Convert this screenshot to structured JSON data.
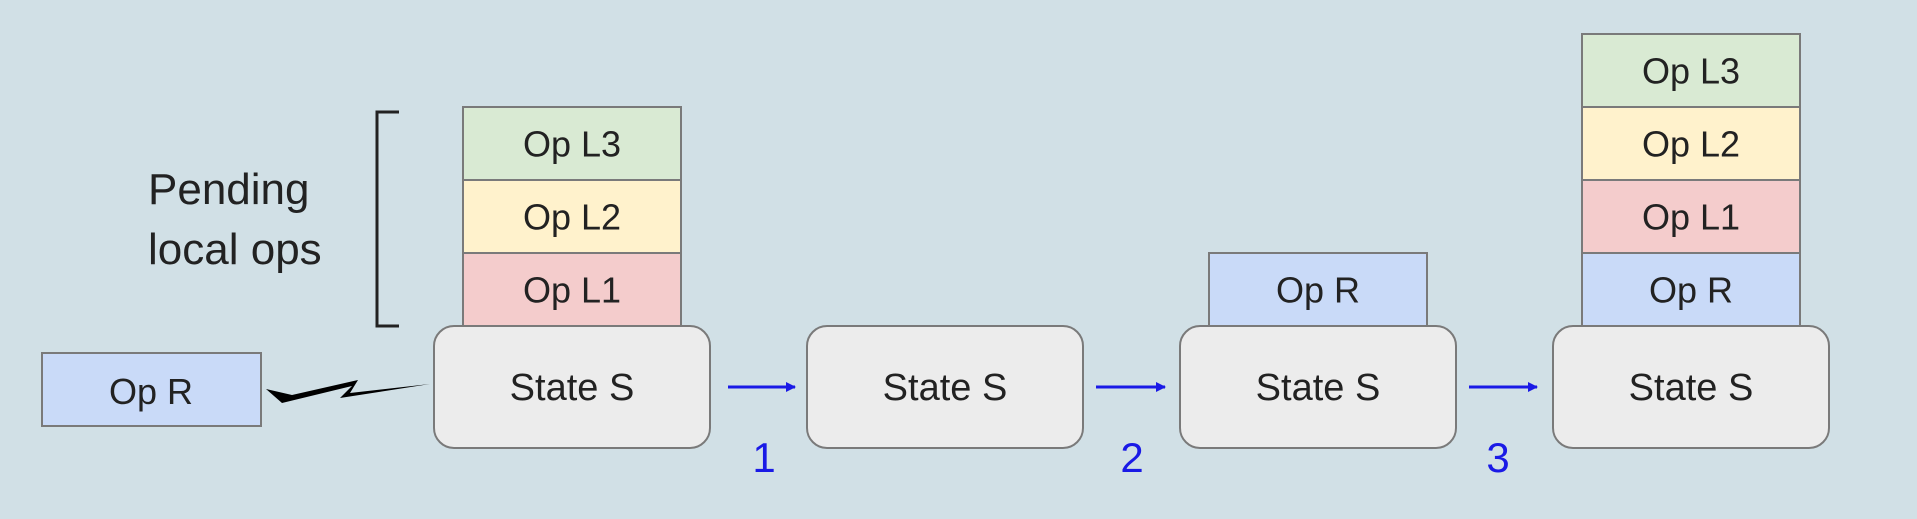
{
  "pending_label": {
    "line1": "Pending",
    "line2": "local ops"
  },
  "remote_op": {
    "label": "Op R"
  },
  "stages": [
    {
      "state_label": "State S",
      "ops": [
        "Op L1",
        "Op L2",
        "Op L3"
      ]
    },
    {
      "state_label": "State S",
      "ops": []
    },
    {
      "state_label": "State S",
      "ops": [
        "Op R"
      ]
    },
    {
      "state_label": "State S",
      "ops": [
        "Op R",
        "Op L1",
        "Op L2",
        "Op L3"
      ]
    }
  ],
  "steps": [
    "1",
    "2",
    "3"
  ],
  "colors": {
    "background": "#d1e0e6",
    "state_fill": "#ececec",
    "state_stroke": "#7a7a7a",
    "op_stroke": "#7a7a7a",
    "op_r": "#c9daf8",
    "op_l1": "#f4cccc",
    "op_l2": "#fff2cc",
    "op_l3": "#d9ead3",
    "arrow": "#1a1ae6",
    "text": "#222222"
  }
}
